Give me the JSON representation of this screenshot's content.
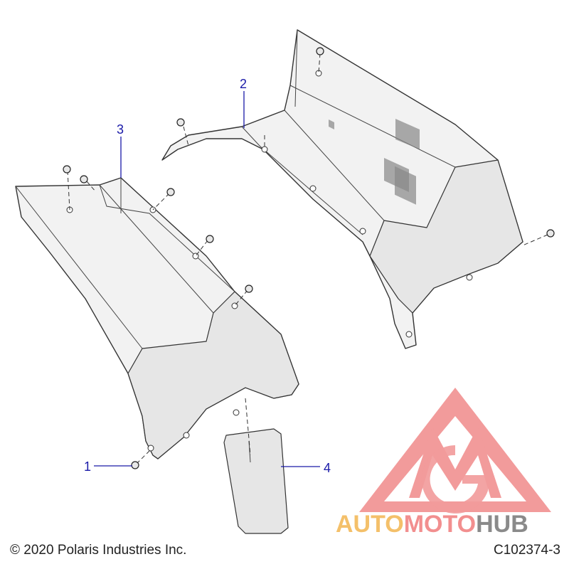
{
  "callouts": [
    {
      "id": "1",
      "label": "1"
    },
    {
      "id": "2",
      "label": "2"
    },
    {
      "id": "3",
      "label": "3"
    },
    {
      "id": "4",
      "label": "4"
    }
  ],
  "watermark": {
    "auto": "AUTO",
    "moto": "MOTO",
    "hub": "HUB",
    "colors": {
      "auto": "#f4c06a",
      "moto": "#f28f8f",
      "hub": "#8a8a8a",
      "logo": "#f08a8a"
    }
  },
  "footer": {
    "copyright": "© 2020 Polaris Industries Inc.",
    "figure_code": "C102374-3"
  },
  "colors": {
    "callout": "#1a1aa8",
    "line": "#333333"
  }
}
